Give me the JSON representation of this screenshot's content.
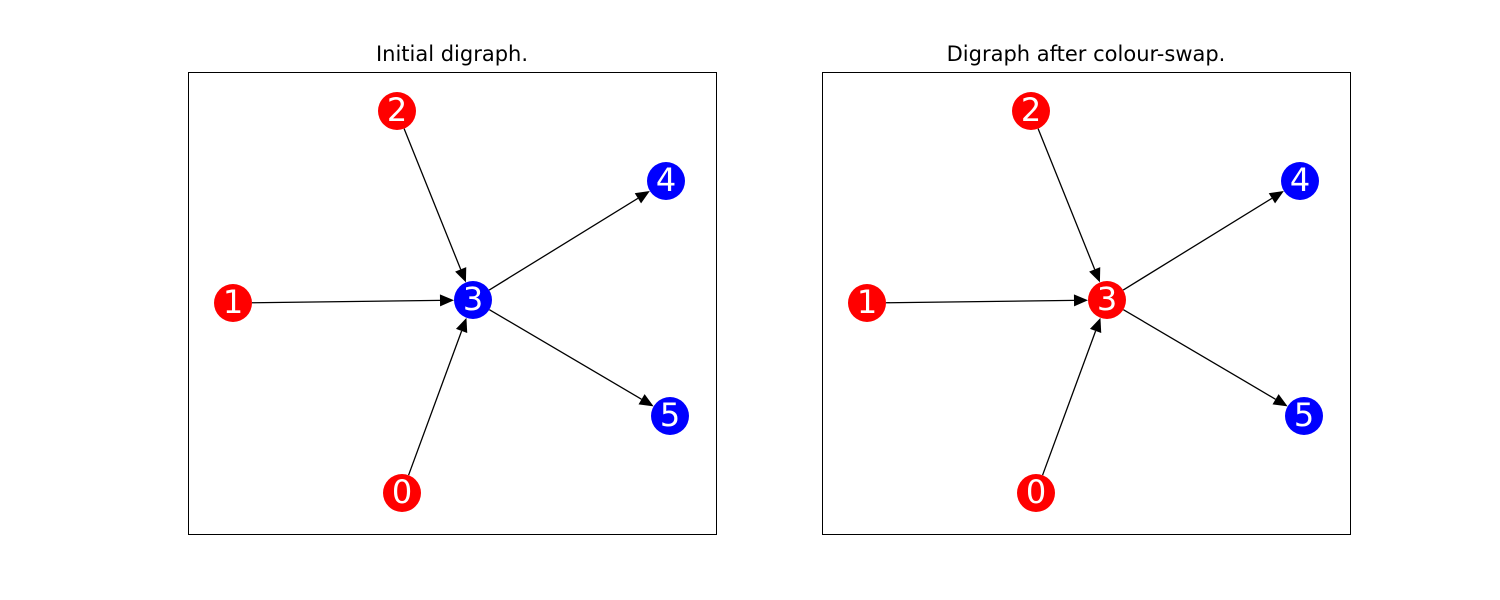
{
  "panels": [
    {
      "title": "Initial digraph.",
      "nodes": [
        {
          "id": "0",
          "label": "0",
          "color": "#ff0000"
        },
        {
          "id": "1",
          "label": "1",
          "color": "#ff0000"
        },
        {
          "id": "2",
          "label": "2",
          "color": "#ff0000"
        },
        {
          "id": "3",
          "label": "3",
          "color": "#0000ff"
        },
        {
          "id": "4",
          "label": "4",
          "color": "#0000ff"
        },
        {
          "id": "5",
          "label": "5",
          "color": "#0000ff"
        }
      ],
      "edges": [
        {
          "from": "2",
          "to": "3"
        },
        {
          "from": "1",
          "to": "3"
        },
        {
          "from": "0",
          "to": "3"
        },
        {
          "from": "3",
          "to": "4"
        },
        {
          "from": "3",
          "to": "5"
        }
      ]
    },
    {
      "title": "Digraph after colour-swap.",
      "nodes": [
        {
          "id": "0",
          "label": "0",
          "color": "#ff0000"
        },
        {
          "id": "1",
          "label": "1",
          "color": "#ff0000"
        },
        {
          "id": "2",
          "label": "2",
          "color": "#ff0000"
        },
        {
          "id": "3",
          "label": "3",
          "color": "#ff0000"
        },
        {
          "id": "4",
          "label": "4",
          "color": "#0000ff"
        },
        {
          "id": "5",
          "label": "5",
          "color": "#0000ff"
        }
      ],
      "edges": [
        {
          "from": "2",
          "to": "3"
        },
        {
          "from": "1",
          "to": "3"
        },
        {
          "from": "0",
          "to": "3"
        },
        {
          "from": "3",
          "to": "4"
        },
        {
          "from": "3",
          "to": "5"
        }
      ]
    }
  ]
}
